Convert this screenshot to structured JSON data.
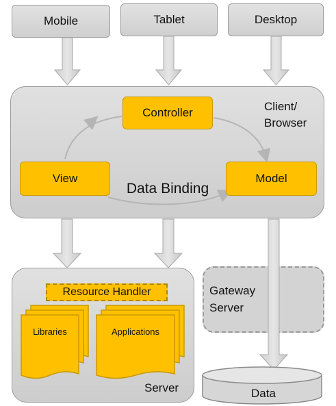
{
  "clients": {
    "mobile": "Mobile",
    "tablet": "Tablet",
    "desktop": "Desktop"
  },
  "browser": {
    "title_line1": "Client/",
    "title_line2": "Browser",
    "controller": "Controller",
    "view": "View",
    "model": "Model",
    "binding": "Data Binding"
  },
  "server": {
    "title": "Server",
    "resource_handler": "Resource Handler",
    "libraries": "Libraries",
    "applications": "Applications"
  },
  "gateway": {
    "line1": "Gateway",
    "line2": "Server"
  },
  "data": {
    "label": "Data"
  },
  "colors": {
    "yellow": "#ffc000",
    "grey": "#d6d6d6",
    "border": "#9a9a9a"
  }
}
